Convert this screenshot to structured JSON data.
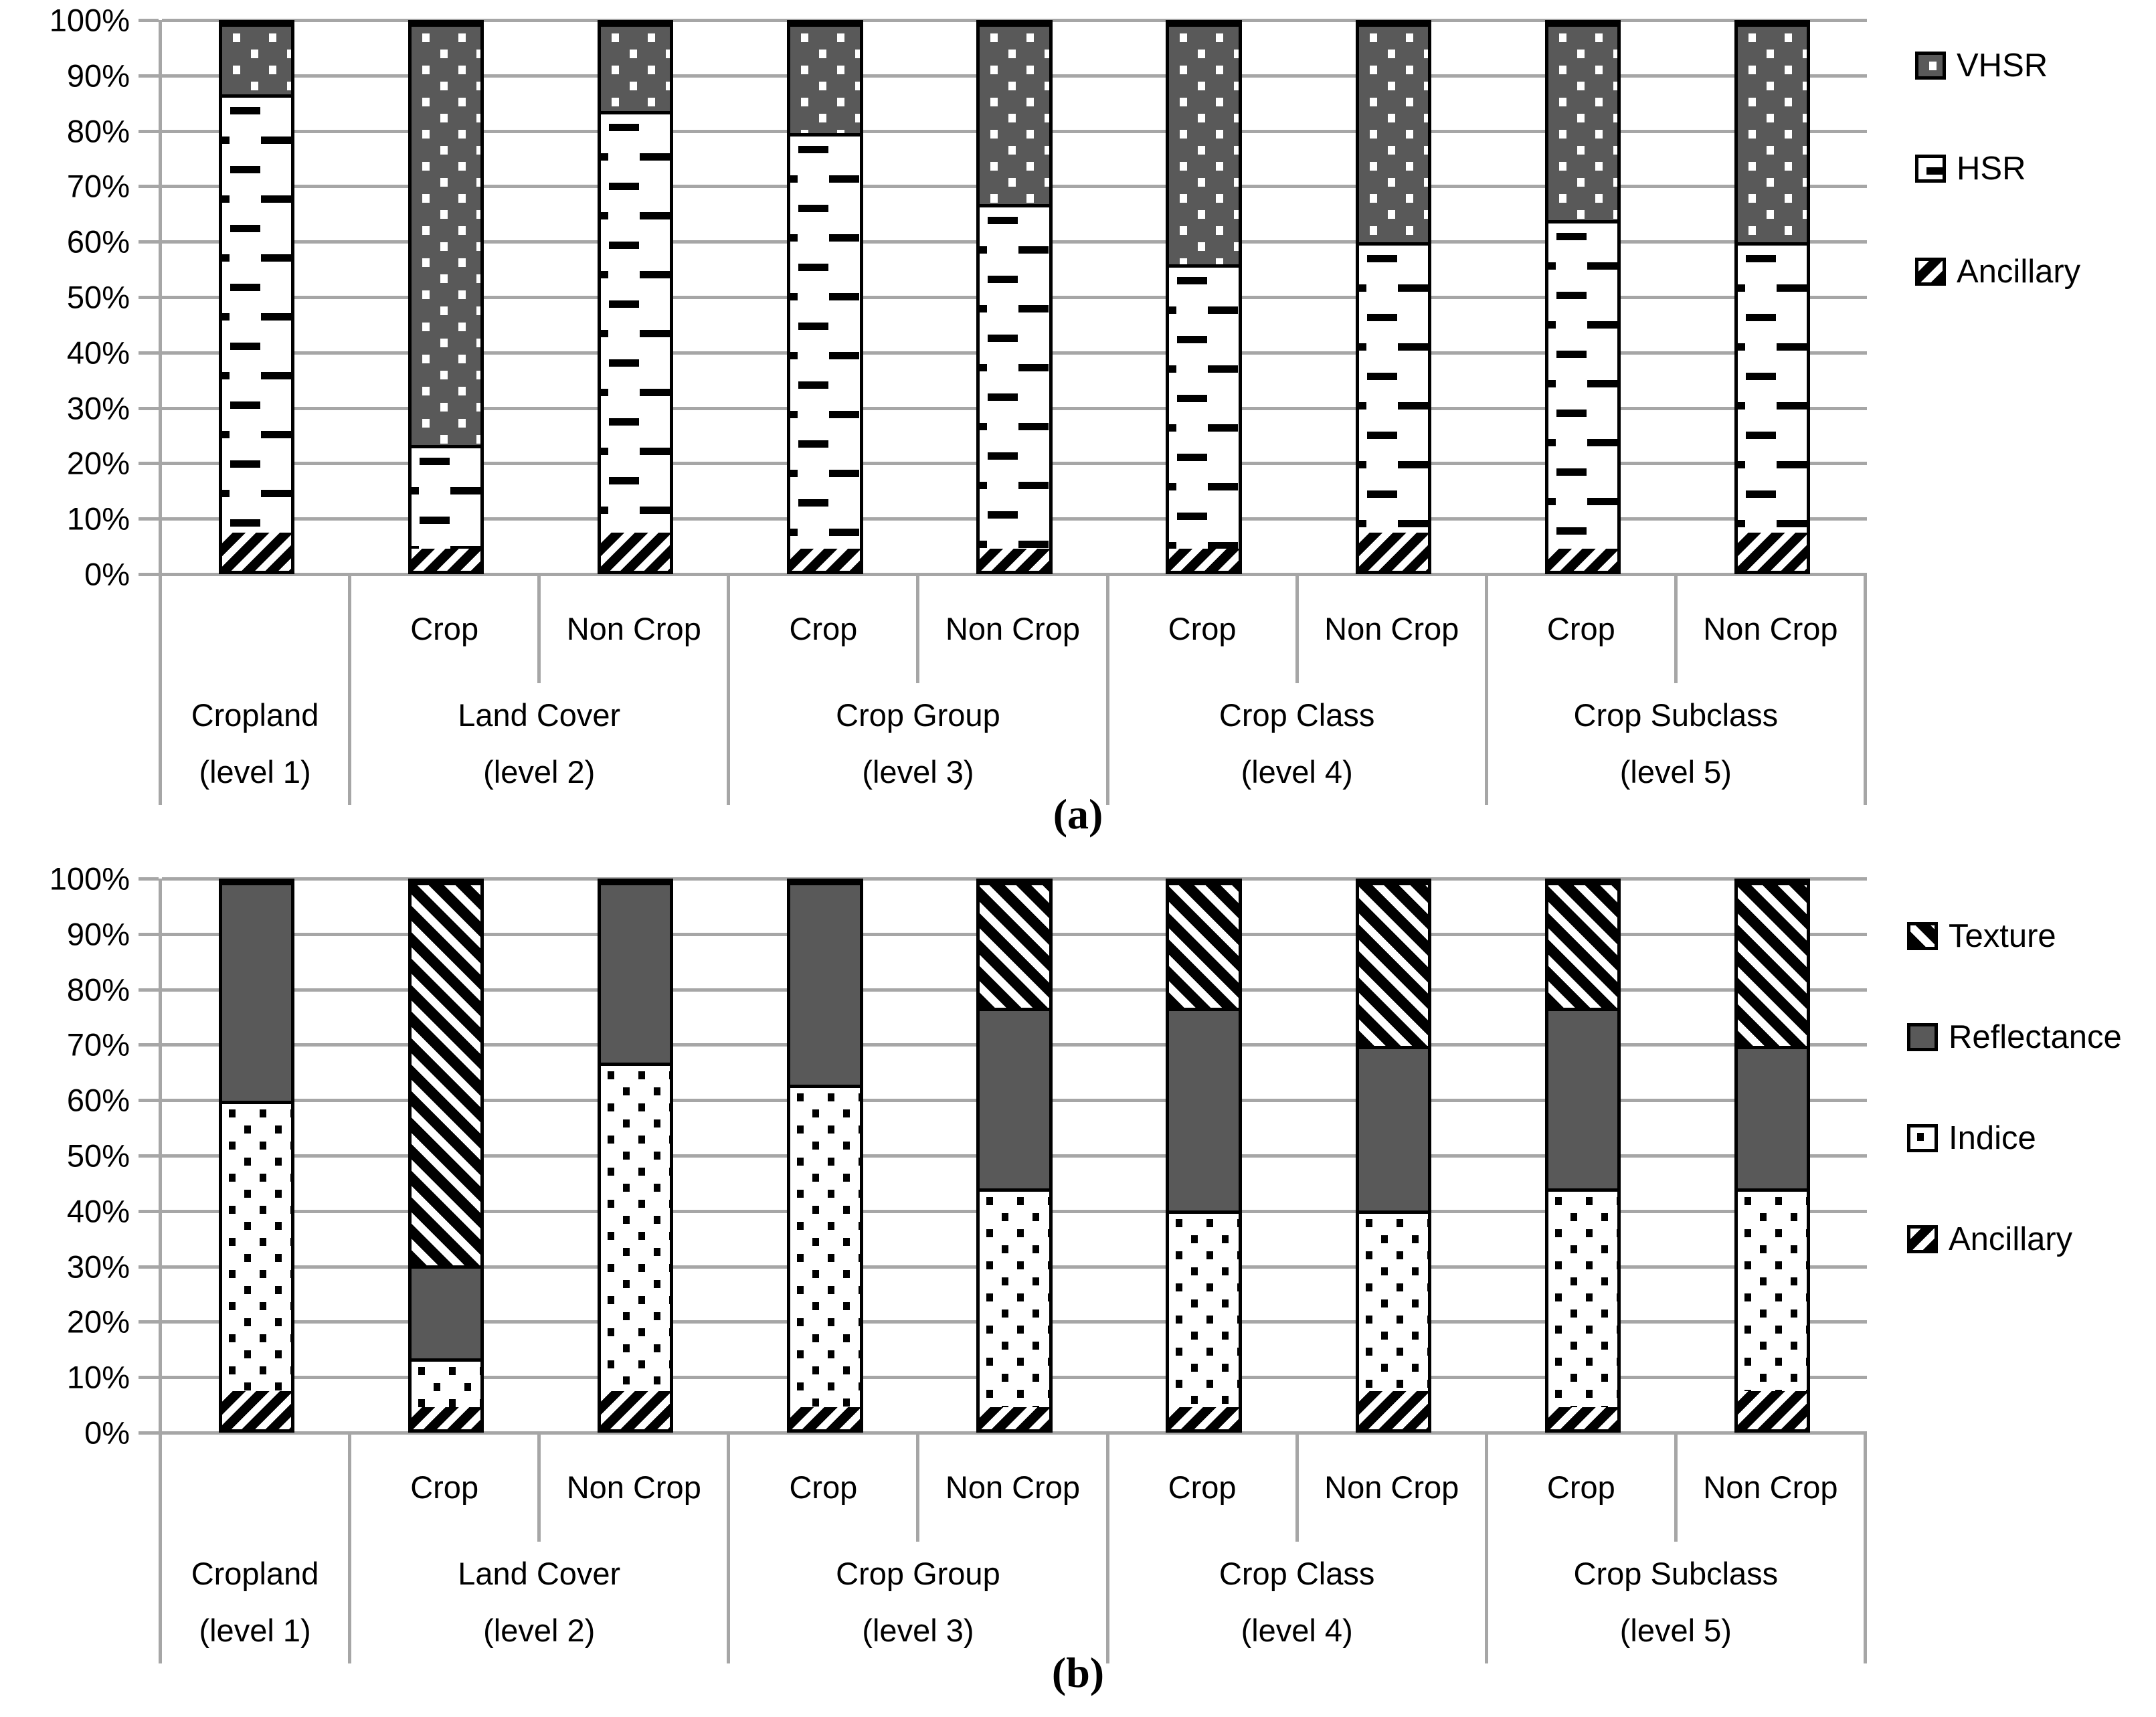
{
  "colors": {
    "dark_fill": "#595959",
    "grid": "#a6a6a6",
    "bar_border": "#000000",
    "background": "#ffffff"
  },
  "chart_data": [
    {
      "id": "a",
      "type": "bar",
      "subtype": "stacked-100-percent",
      "caption": "(a)",
      "ylim": [
        0,
        100
      ],
      "grid": true,
      "legend_position": "right",
      "y_ticks": [
        "100%",
        "90%",
        "80%",
        "70%",
        "60%",
        "50%",
        "40%",
        "30%",
        "20%",
        "10%",
        "0%"
      ],
      "series_bottom_to_top": [
        "Ancillary",
        "HSR",
        "VHSR"
      ],
      "patterns": {
        "VHSR": "dots-white-on-dark",
        "HSR": "dashes-black-on-white",
        "Ancillary": "diagonal-up"
      },
      "legend": [
        {
          "name": "VHSR",
          "pattern": "dots-white-on-dark"
        },
        {
          "name": "HSR",
          "pattern": "dashes-black-on-white"
        },
        {
          "name": "Ancillary",
          "pattern": "diagonal-up"
        }
      ],
      "groups": [
        {
          "label": "Cropland",
          "sublabel": "(level 1)",
          "bars": [
            {
              "category": "",
              "values": {
                "Ancillary": 7,
                "HSR": 80,
                "VHSR": 13
              }
            }
          ]
        },
        {
          "label": "Land Cover",
          "sublabel": "(level 2)",
          "bars": [
            {
              "category": "Crop",
              "values": {
                "Ancillary": 4,
                "HSR": 19,
                "VHSR": 77
              }
            },
            {
              "category": "Non Crop",
              "values": {
                "Ancillary": 7,
                "HSR": 77,
                "VHSR": 16
              }
            }
          ]
        },
        {
          "label": "Crop Group",
          "sublabel": "(level 3)",
          "bars": [
            {
              "category": "Crop",
              "values": {
                "Ancillary": 4,
                "HSR": 76,
                "VHSR": 20
              }
            },
            {
              "category": "Non Crop",
              "values": {
                "Ancillary": 4,
                "HSR": 63,
                "VHSR": 33
              }
            }
          ]
        },
        {
          "label": "Crop Class",
          "sublabel": "(level 4)",
          "bars": [
            {
              "category": "Crop",
              "values": {
                "Ancillary": 4,
                "HSR": 52,
                "VHSR": 44
              }
            },
            {
              "category": "Non Crop",
              "values": {
                "Ancillary": 7,
                "HSR": 53,
                "VHSR": 40
              }
            }
          ]
        },
        {
          "label": "Crop Subclass",
          "sublabel": "(level 5)",
          "bars": [
            {
              "category": "Crop",
              "values": {
                "Ancillary": 4,
                "HSR": 60,
                "VHSR": 36
              }
            },
            {
              "category": "Non Crop",
              "values": {
                "Ancillary": 7,
                "HSR": 53,
                "VHSR": 40
              }
            }
          ]
        }
      ]
    },
    {
      "id": "b",
      "type": "bar",
      "subtype": "stacked-100-percent",
      "caption": "(b)",
      "ylim": [
        0,
        100
      ],
      "grid": true,
      "legend_position": "right",
      "y_ticks": [
        "100%",
        "90%",
        "80%",
        "70%",
        "60%",
        "50%",
        "40%",
        "30%",
        "20%",
        "10%",
        "0%"
      ],
      "series_bottom_to_top": [
        "Ancillary",
        "Indice",
        "Reflectance",
        "Texture"
      ],
      "patterns": {
        "Texture": "diagonal-down",
        "Reflectance": "solid-dark",
        "Indice": "dots-black-on-white",
        "Ancillary": "diagonal-up"
      },
      "legend": [
        {
          "name": "Texture",
          "pattern": "diagonal-down"
        },
        {
          "name": "Reflectance",
          "pattern": "solid-dark"
        },
        {
          "name": "Indice",
          "pattern": "dots-black-on-white"
        },
        {
          "name": "Ancillary",
          "pattern": "diagonal-up"
        }
      ],
      "groups": [
        {
          "label": "Cropland",
          "sublabel": "(level 1)",
          "bars": [
            {
              "category": "",
              "values": {
                "Ancillary": 7,
                "Indice": 53,
                "Reflectance": 40,
                "Texture": 0
              }
            }
          ]
        },
        {
          "label": "Land Cover",
          "sublabel": "(level 2)",
          "bars": [
            {
              "category": "Crop",
              "values": {
                "Ancillary": 4,
                "Indice": 9,
                "Reflectance": 17,
                "Texture": 70
              }
            },
            {
              "category": "Non Crop",
              "values": {
                "Ancillary": 7,
                "Indice": 60,
                "Reflectance": 33,
                "Texture": 0
              }
            }
          ]
        },
        {
          "label": "Crop Group",
          "sublabel": "(level 3)",
          "bars": [
            {
              "category": "Crop",
              "values": {
                "Ancillary": 4,
                "Indice": 59,
                "Reflectance": 37,
                "Texture": 0
              }
            },
            {
              "category": "Non Crop",
              "values": {
                "Ancillary": 4,
                "Indice": 40,
                "Reflectance": 33,
                "Texture": 23
              }
            }
          ]
        },
        {
          "label": "Crop Class",
          "sublabel": "(level 4)",
          "bars": [
            {
              "category": "Crop",
              "values": {
                "Ancillary": 4,
                "Indice": 36,
                "Reflectance": 37,
                "Texture": 23
              }
            },
            {
              "category": "Non Crop",
              "values": {
                "Ancillary": 7,
                "Indice": 33,
                "Reflectance": 30,
                "Texture": 30
              }
            }
          ]
        },
        {
          "label": "Crop Subclass",
          "sublabel": "(level 5)",
          "bars": [
            {
              "category": "Crop",
              "values": {
                "Ancillary": 4,
                "Indice": 40,
                "Reflectance": 33,
                "Texture": 23
              }
            },
            {
              "category": "Non Crop",
              "values": {
                "Ancillary": 7,
                "Indice": 37,
                "Reflectance": 26,
                "Texture": 30
              }
            }
          ]
        }
      ]
    }
  ]
}
